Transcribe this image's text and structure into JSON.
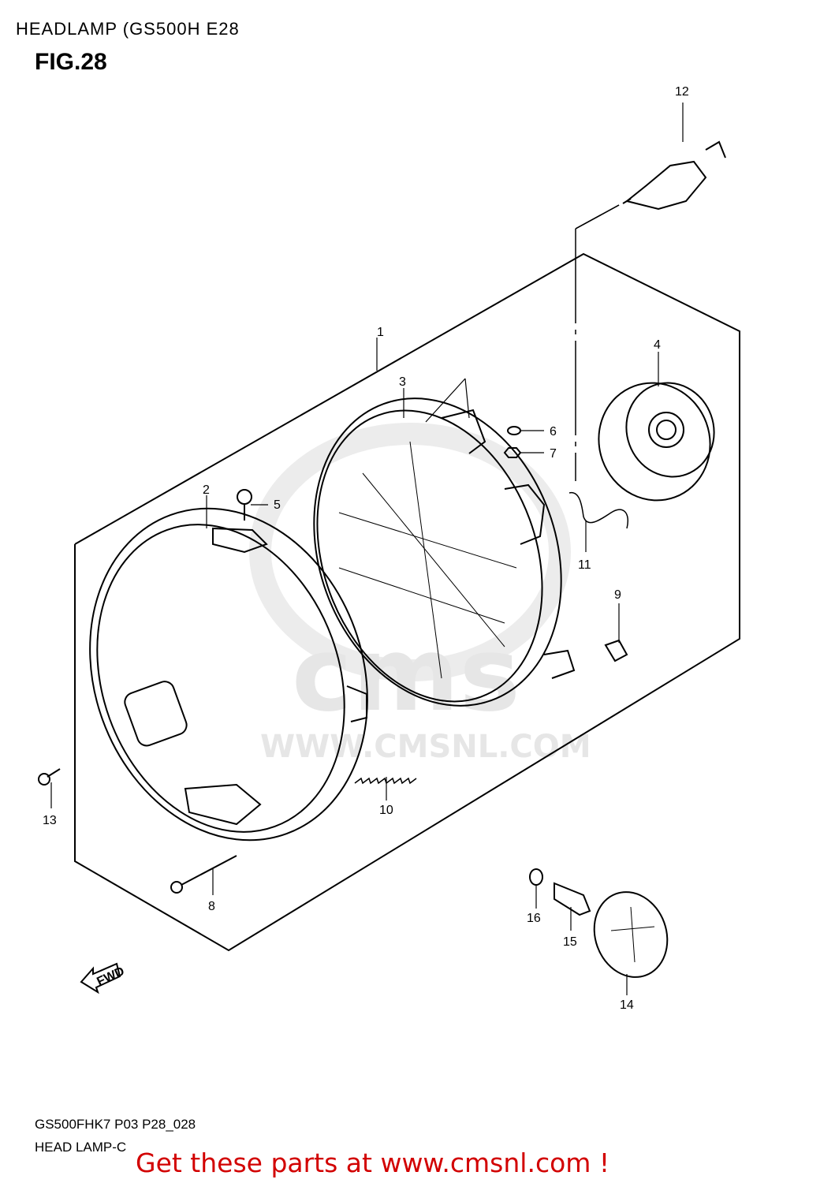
{
  "header": {
    "title": "HEADLAMP (GS500H E28",
    "figure": "FIG.28"
  },
  "diagram": {
    "callouts": [
      {
        "id": "c1",
        "label": "1"
      },
      {
        "id": "c2",
        "label": "2"
      },
      {
        "id": "c3",
        "label": "3"
      },
      {
        "id": "c4",
        "label": "4"
      },
      {
        "id": "c5",
        "label": "5"
      },
      {
        "id": "c6",
        "label": "6"
      },
      {
        "id": "c7",
        "label": "7"
      },
      {
        "id": "c8",
        "label": "8"
      },
      {
        "id": "c9",
        "label": "9"
      },
      {
        "id": "c10",
        "label": "10"
      },
      {
        "id": "c11",
        "label": "11"
      },
      {
        "id": "c12",
        "label": "12"
      },
      {
        "id": "c13",
        "label": "13"
      },
      {
        "id": "c14",
        "label": "14"
      },
      {
        "id": "c15",
        "label": "15"
      },
      {
        "id": "c16",
        "label": "16"
      }
    ],
    "fwd_arrow_label": "FWD",
    "watermark": {
      "logo_text": "cms",
      "url_text": "WWW.CMSNL.COM"
    }
  },
  "footer": {
    "code": "GS500FHK7 P03 P28_028",
    "subtitle": "HEAD LAMP-C",
    "banner": "Get these parts at www.cmsnl.com !"
  },
  "colors": {
    "banner": "#d20000",
    "line": "#000000",
    "watermark": "#e6e6e6"
  }
}
